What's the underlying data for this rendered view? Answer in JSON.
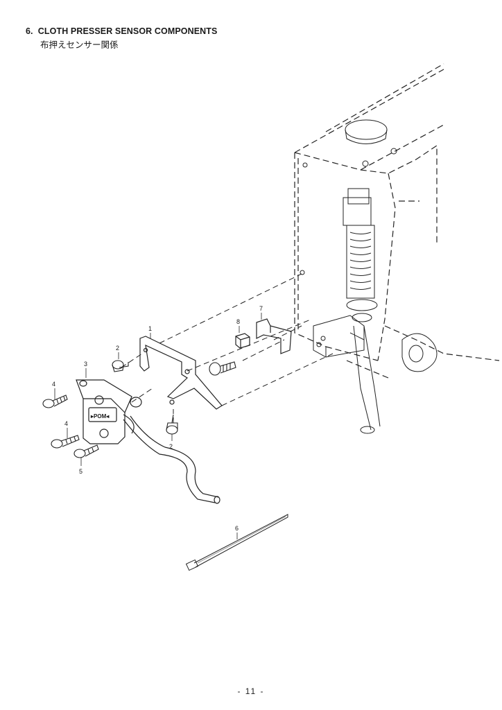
{
  "section": {
    "number": "6.",
    "title": "CLOTH PRESSER SENSOR COMPONENTS",
    "subtitle_ja": "布押えセンサー関係"
  },
  "callouts": [
    {
      "id": "1",
      "label": "1"
    },
    {
      "id": "2a",
      "label": "2"
    },
    {
      "id": "2b",
      "label": "2"
    },
    {
      "id": "3",
      "label": "3"
    },
    {
      "id": "4a",
      "label": "4"
    },
    {
      "id": "4b",
      "label": "4"
    },
    {
      "id": "5",
      "label": "5"
    },
    {
      "id": "6",
      "label": "6"
    },
    {
      "id": "7",
      "label": "7"
    },
    {
      "id": "8",
      "label": "8"
    }
  ],
  "sensor_marking": "▸POM◂",
  "page_number": "- 11 -"
}
